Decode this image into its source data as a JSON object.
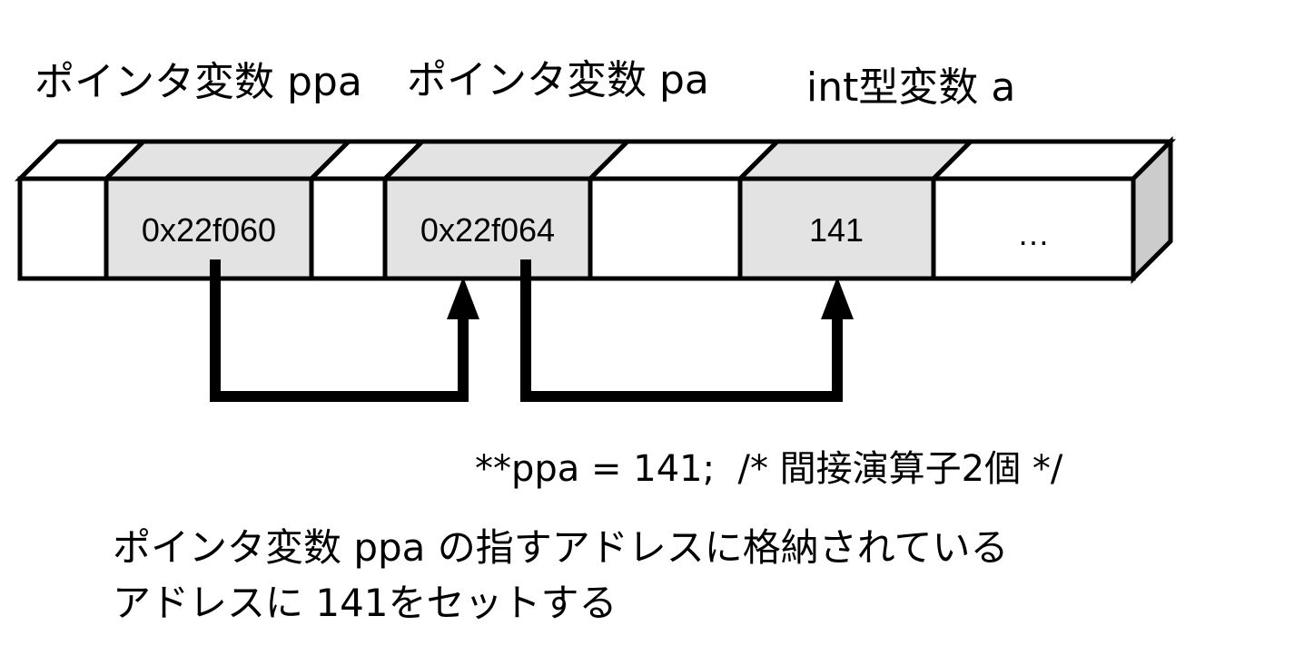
{
  "labels": {
    "ppa": "ポインタ変数 ppa",
    "pa": "ポインタ変数 pa",
    "a": "int型変数 a"
  },
  "cells": {
    "c1": "0x22f060",
    "c3": "0x22f064",
    "c5": "141",
    "c6": "…"
  },
  "statement": "**ppa = 141;  /* 間接演算子2個 */",
  "description": {
    "line1": "ポインタ変数 ppa の指すアドレスに格納されている",
    "line2": "アドレスに 141をセットする"
  },
  "colors": {
    "shaded_cell": "#e3e3e3",
    "right_face": "#cccccc",
    "stroke": "#000000"
  }
}
